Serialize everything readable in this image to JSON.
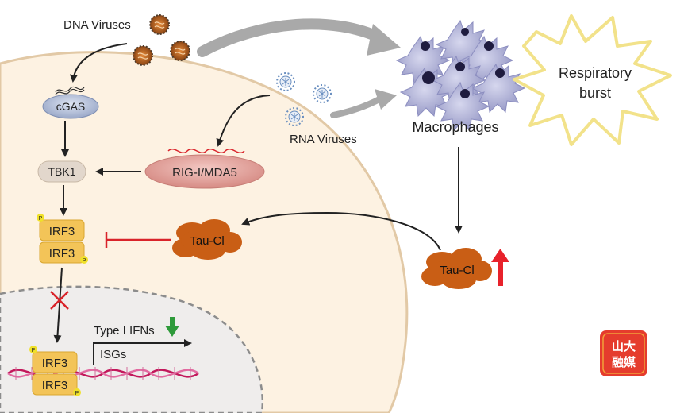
{
  "labels": {
    "dna_viruses": "DNA Viruses",
    "rna_viruses": "RNA Viruses",
    "macrophages": "Macrophages",
    "respiratory_burst_line1": "Respiratory",
    "respiratory_burst_line2": "burst",
    "cgas": "cGAS",
    "tbk1": "TBK1",
    "rig_mda5": "RIG-I/MDA5",
    "irf3": "IRF3",
    "phospho": "P",
    "tau_cl": "Tau-Cl",
    "type1_ifns": "Type I IFNs",
    "isgs": "ISGs",
    "logo_text": "山大融媒"
  },
  "colors": {
    "cell_fill": "#fdf2e2",
    "cell_stroke": "#e2c9a6",
    "nucleus_fill": "#efedec",
    "nucleus_stroke": "#8c8c8c",
    "virus_orange": "#c8661a",
    "virus_dark": "#4b3a2a",
    "rna_virus_blue": "#6a8fc0",
    "macrophage_fill": "#b6b8d9",
    "macrophage_nucleus": "#1f1c3f",
    "burst_stroke": "#f2e28a",
    "cgas_fill": "#bcc7de",
    "tbk1_fill": "#e2d7cc",
    "rig_fill": "#e4a6a0",
    "irf3_fill": "#f3c458",
    "phospho_fill": "#f0e12a",
    "tau_fill": "#c95e15",
    "inhibit_red": "#d9232a",
    "up_red": "#e8222b",
    "down_green": "#2e9a3a",
    "dna_red": "#c2185b",
    "dna_pink": "#e26aa0",
    "arrow_gray": "#a9a9a9",
    "logo_red": "#e53c2d"
  }
}
